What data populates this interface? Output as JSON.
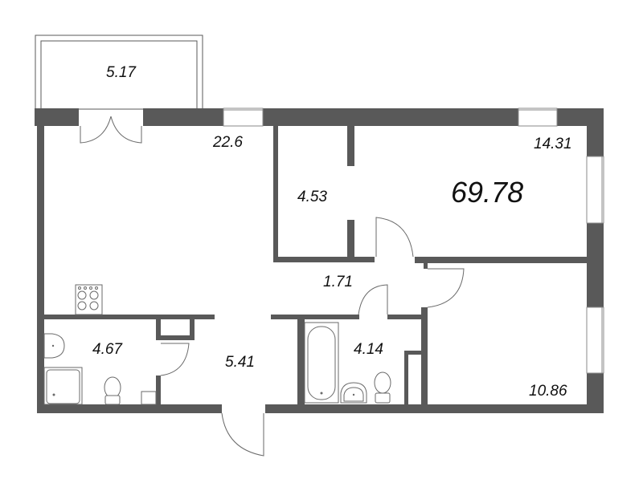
{
  "plan": {
    "total_area": "69.78",
    "rooms": [
      {
        "id": "balcony",
        "area": "5.17"
      },
      {
        "id": "kitchen-living",
        "area": "22.6"
      },
      {
        "id": "storage",
        "area": "4.53"
      },
      {
        "id": "bedroom-1",
        "area": "14.31"
      },
      {
        "id": "corridor",
        "area": "1.71"
      },
      {
        "id": "bathroom-1",
        "area": "4.67"
      },
      {
        "id": "hallway",
        "area": "5.41"
      },
      {
        "id": "bathroom-2",
        "area": "4.14"
      },
      {
        "id": "bedroom-2",
        "area": "10.86"
      }
    ],
    "colors": {
      "wall": "#595959",
      "background": "#ffffff",
      "text": "#111111"
    }
  }
}
